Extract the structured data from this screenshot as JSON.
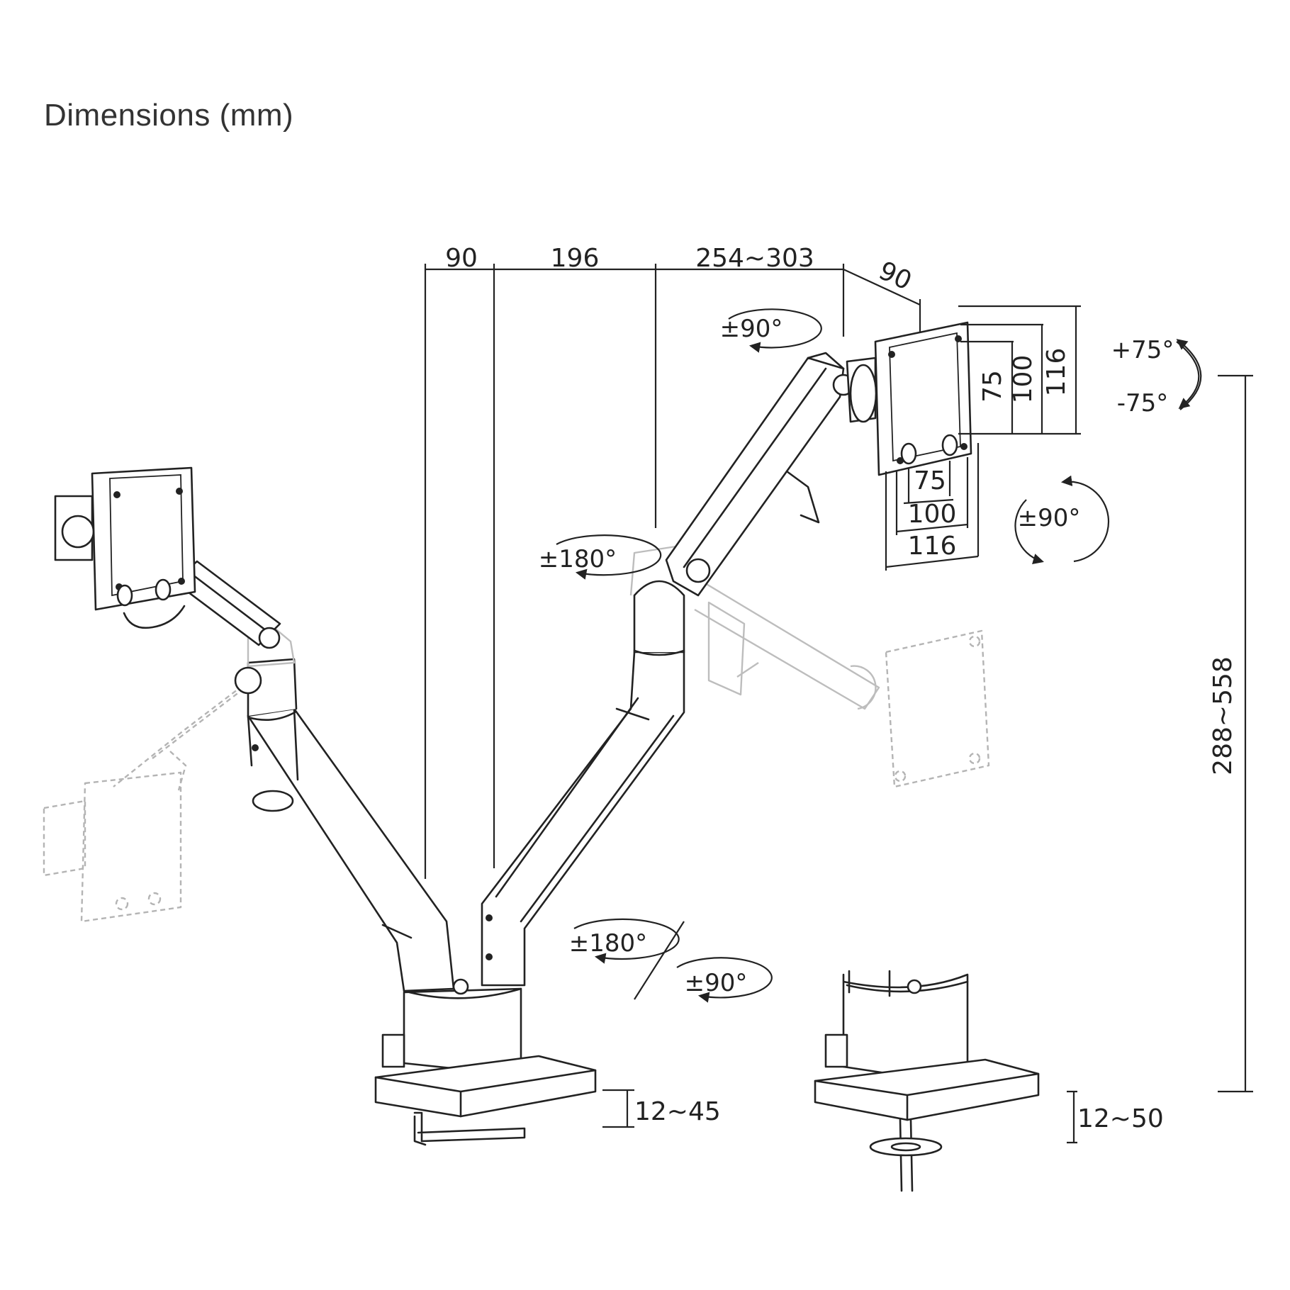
{
  "title": "Dimensions (mm)",
  "dimensions": {
    "top_segment_1": "90",
    "top_segment_2": "196",
    "top_segment_3": "254~303",
    "top_segment_4": "90",
    "vesa_v_75": "75",
    "vesa_v_100": "100",
    "vesa_v_116": "116",
    "vesa_h_75": "75",
    "vesa_h_100": "100",
    "vesa_h_116": "116",
    "height_range": "288~558",
    "clamp_thickness": "12~45",
    "grommet_thickness": "12~50"
  },
  "rotations": {
    "top_swivel": "±90°",
    "elbow_swivel": "±180°",
    "base_swivel": "±180°",
    "base_tilt": "±90°",
    "screen_rotate": "±90°",
    "tilt_up": "+75°",
    "tilt_down": "-75°"
  }
}
